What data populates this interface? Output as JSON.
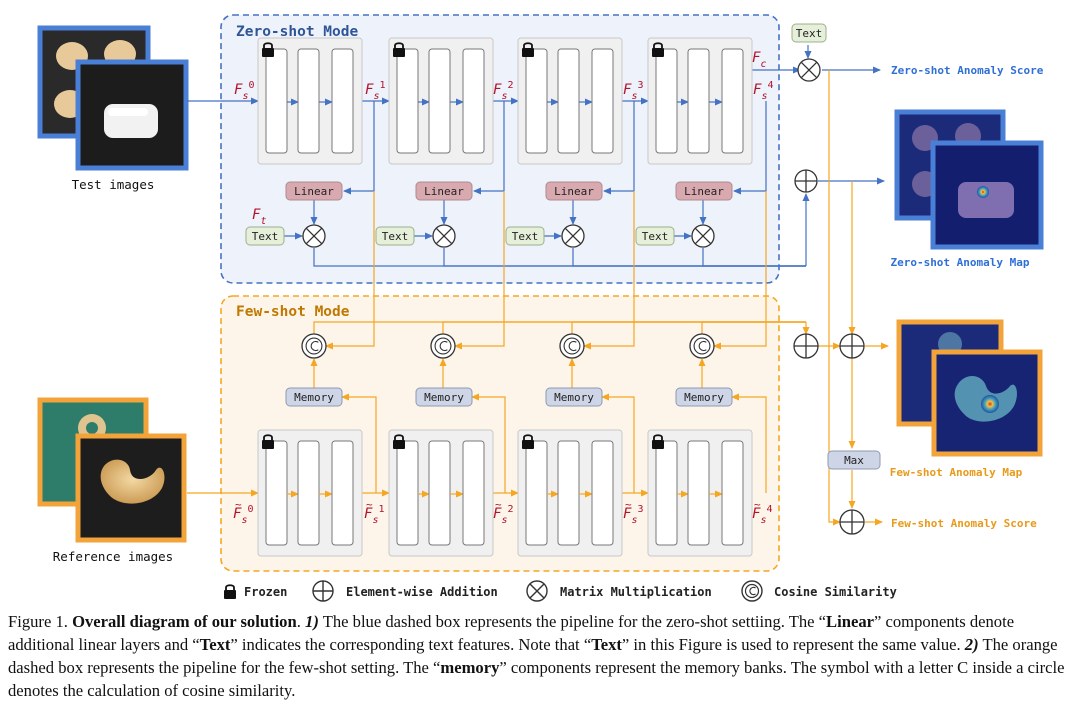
{
  "diagram": {
    "zero_shot_title": "Zero-shot Mode",
    "few_shot_title": "Few-shot Mode",
    "test_images_label": "Test images",
    "reference_images_label": "Reference images",
    "linear_label": "Linear",
    "text_label": "Text",
    "memory_label": "Memory",
    "max_label": "Max",
    "zero_shot_score_label": "Zero-shot Anomaly Score",
    "zero_shot_map_label": "Zero-shot Anomaly Map",
    "few_shot_map_label": "Few-shot Anomaly Map",
    "few_shot_score_label": "Few-shot Anomaly Score",
    "feature_symbol": "F",
    "feature_subscript": "s",
    "clip_feature_subscript": "c",
    "text_feature_subscript": "t",
    "ref_feature_mark": "~",
    "stage_indices": [
      "0",
      "1",
      "2",
      "3",
      "4"
    ]
  },
  "legend": {
    "frozen": "Frozen",
    "addition": "Element-wise Addition",
    "multiplication": "Matrix Multiplication",
    "cosine": "Cosine Similarity"
  },
  "caption": {
    "figure_num": "Figure 1.",
    "title": "Overall diagram of our solution",
    "title_end": ".",
    "point1_num": "1)",
    "point1_a": " The blue dashed box represents the pipeline for the zero-shot settiing. The “",
    "linear_word": "Linear",
    "point1_b": "” components denote additional linear layers and “",
    "text_word": "Text",
    "point1_c": "” indicates the corresponding text features. Note that “",
    "text_word2": "Text",
    "point1_d": "” in this Figure is used to represent the same value. ",
    "point2_num": "2)",
    "point2_a": " The orange dashed box represents the pipeline for the few-shot setting. The “",
    "memory_word": "memory",
    "point2_b": "” components represent the memory banks. The symbol with a letter C inside a circle denotes the calculation of cosine similarity."
  },
  "colors": {
    "blue": "#4472c4",
    "orange": "#f5a623",
    "zero_box_fill": "#edf2fb",
    "few_box_fill": "#fdf5ea",
    "linear_fill": "#d9a9b0",
    "text_fill": "#e6efd9",
    "memory_fill": "#cdd5e6",
    "image_border_blue": "#4a7fd6",
    "image_border_orange": "#f2a33a"
  }
}
